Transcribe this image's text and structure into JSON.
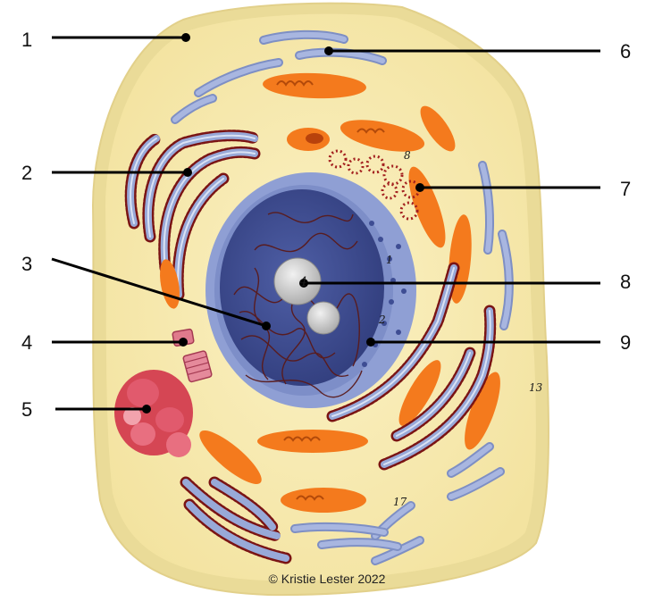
{
  "diagram": {
    "label_numbers": [
      "1",
      "2",
      "3",
      "4",
      "5",
      "6",
      "7",
      "8",
      "9"
    ],
    "model_markings": [
      "8",
      "4",
      "1",
      "2",
      "13",
      "17"
    ],
    "credit": "© Kristie Lester 2022"
  },
  "colors": {
    "cytoplasm": "#f6e9ad",
    "cell_membrane": "#eadb98",
    "nucleus_envelope": "#8f9fd4",
    "nucleoplasm": "#3d4d95",
    "chromatin": "#5a1a1a",
    "nucleolus": "#cfcfcf",
    "er_membrane": "#98a9d8",
    "ribosome": "#8b1c1c",
    "mitochondrion": "#f47a1d",
    "centriole": "#e07a8c",
    "lysosome": "#d1344a",
    "leader_line": "#000000"
  }
}
